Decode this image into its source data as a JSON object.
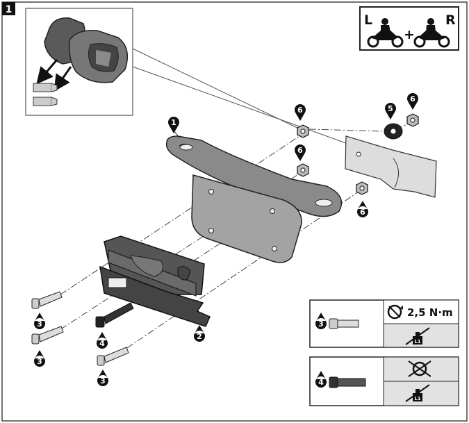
{
  "step_number": "1",
  "side_badge": {
    "left": "L",
    "plus": "+",
    "right": "R"
  },
  "callouts": {
    "bracket": "1",
    "base": "2",
    "bolt_short": "3",
    "bolt_long": "4",
    "washer": "5",
    "nut": "6"
  },
  "legend": {
    "box1": {
      "part": "3",
      "torque": "2,5 N·m",
      "threadlock": "L1"
    },
    "box2": {
      "part": "4",
      "threadlock": "L1"
    }
  }
}
